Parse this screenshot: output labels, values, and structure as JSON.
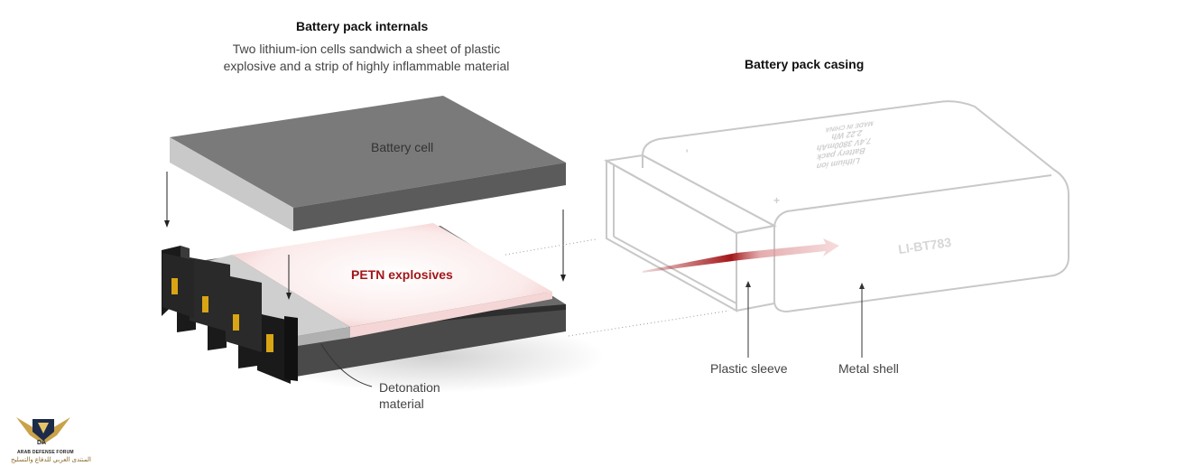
{
  "internals": {
    "title": "Battery pack internals",
    "description_line1": "Two lithium-ion cells sandwich a sheet of plastic",
    "description_line2": "explosive and a strip of highly inflammable material",
    "battery_cell_label": "Battery cell",
    "petn_label": "PETN explosives",
    "detonation_label_line1": "Detonation",
    "detonation_label_line2": "material"
  },
  "casing": {
    "title": "Battery pack casing",
    "model_text": "LI-BT783",
    "plastic_sleeve_label": "Plastic sleeve",
    "metal_shell_label": "Metal shell",
    "plus_sign": "+",
    "minus_sign": "-",
    "print_lines": [
      "Lithium ion",
      "Battery pack",
      "7.4V 3800mAh",
      "2.22 Wh",
      "MADE IN CHINA"
    ]
  },
  "logo": {
    "monogram": "DA",
    "english": "ARAB DEFENSE FORUM",
    "arabic": "المنتدى العربي للدفاع والتسليح"
  },
  "colors": {
    "petn": "#a3161a",
    "cell_top": "#777777",
    "cell_side": "#5a5a5a",
    "casing_line": "#c8c8c8",
    "arrow_red": "#a3161a",
    "connector": "#1a1a1a",
    "contact": "#d9a514"
  }
}
